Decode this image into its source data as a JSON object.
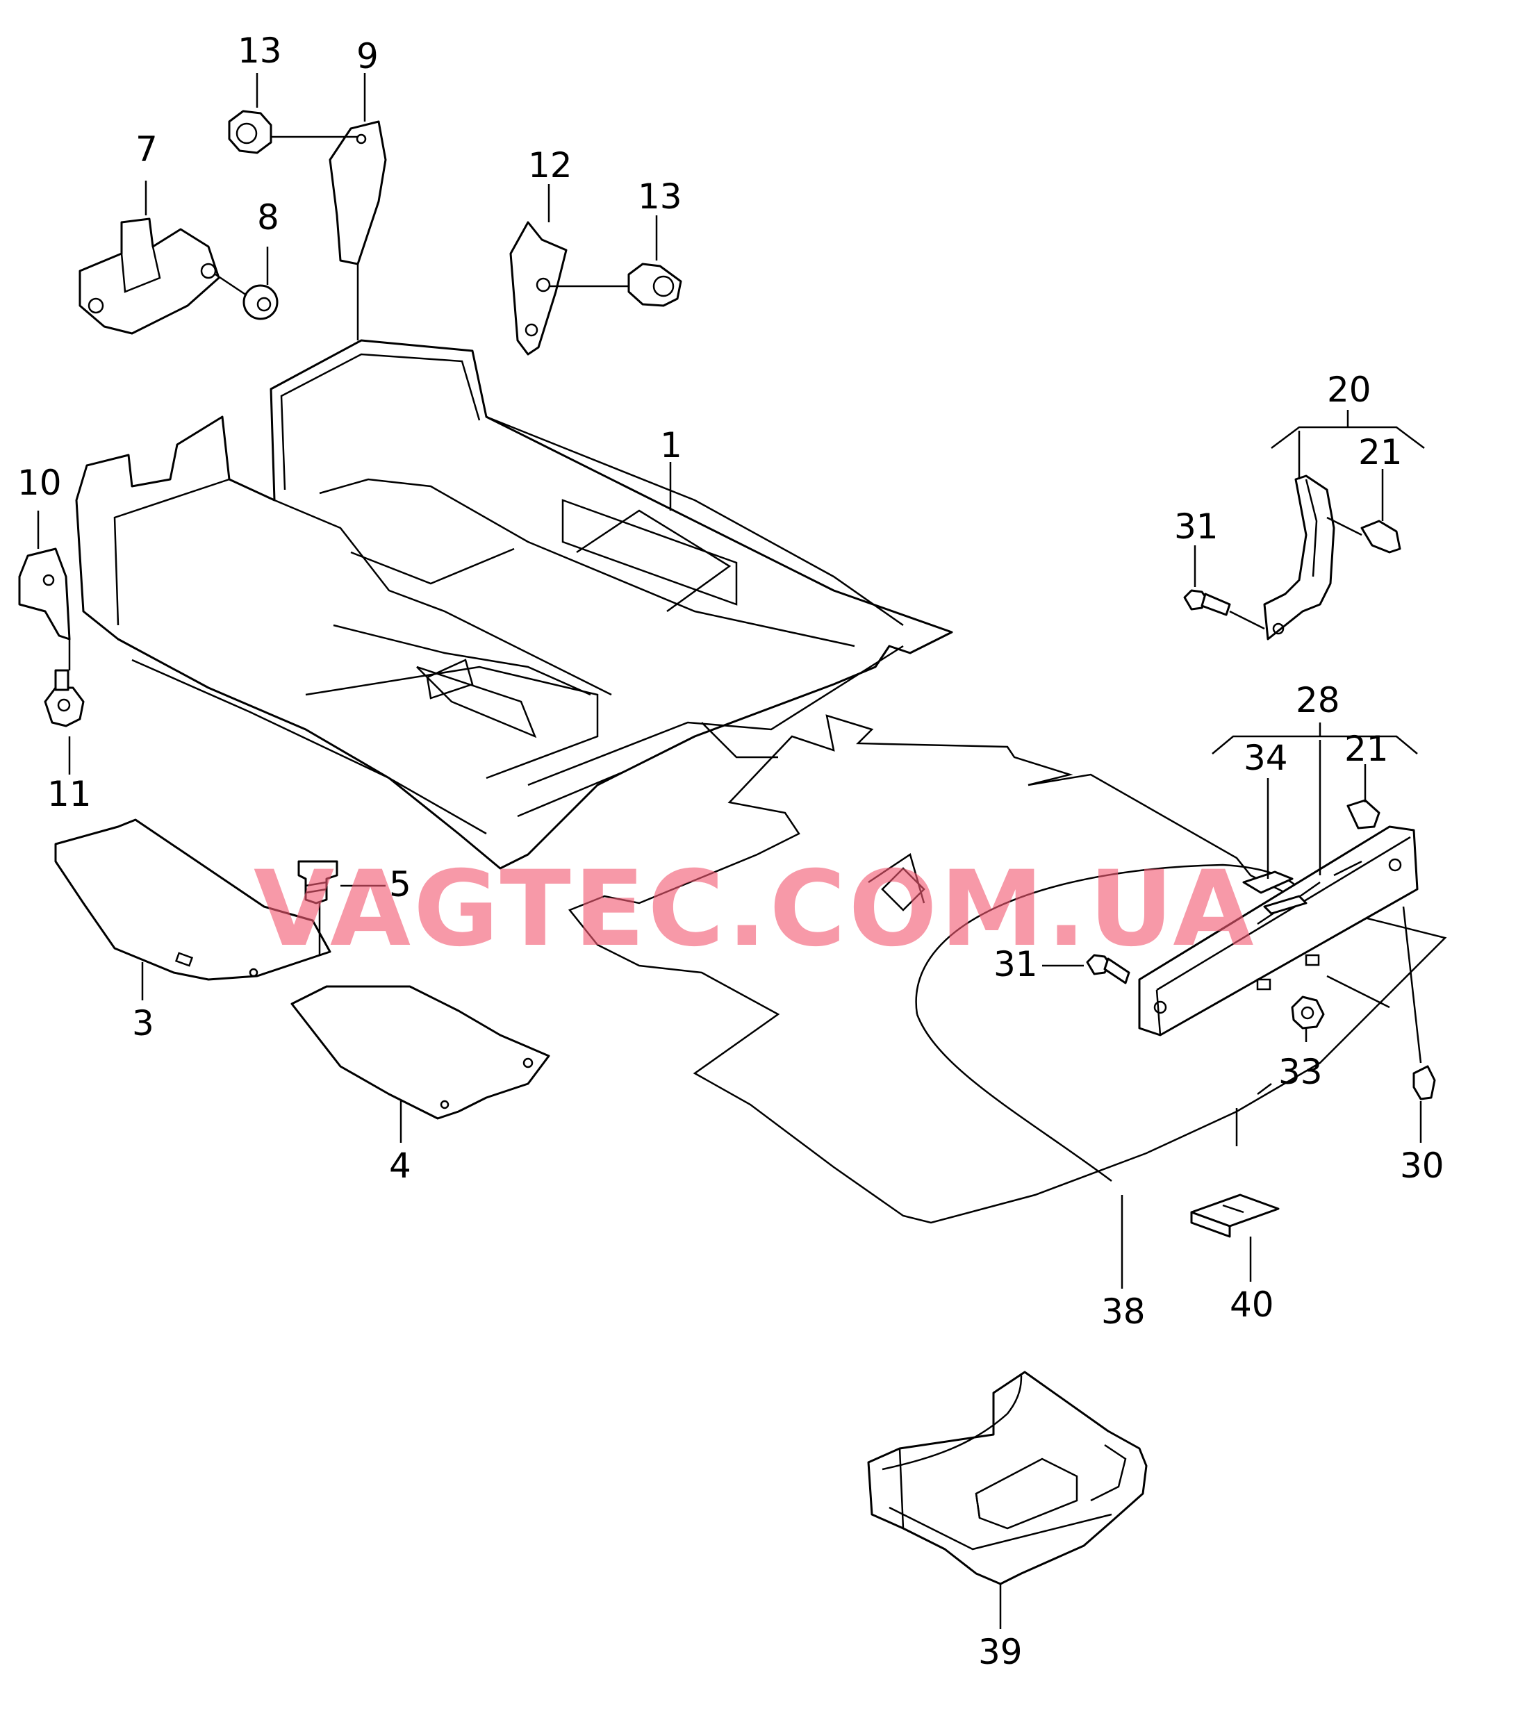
{
  "watermark": "VAGTEC.COM.UA",
  "callouts": {
    "c1": "1",
    "c3": "3",
    "c4": "4",
    "c5": "5",
    "c7": "7",
    "c8": "8",
    "c9": "9",
    "c10": "10",
    "c11": "11",
    "c12": "12",
    "c13a": "13",
    "c13b": "13",
    "c20": "20",
    "c21a": "21",
    "c21b": "21",
    "c28": "28",
    "c30": "30",
    "c31a": "31",
    "c31b": "31",
    "c33": "33",
    "c34": "34",
    "c38": "38",
    "c39": "39",
    "c40": "40"
  }
}
